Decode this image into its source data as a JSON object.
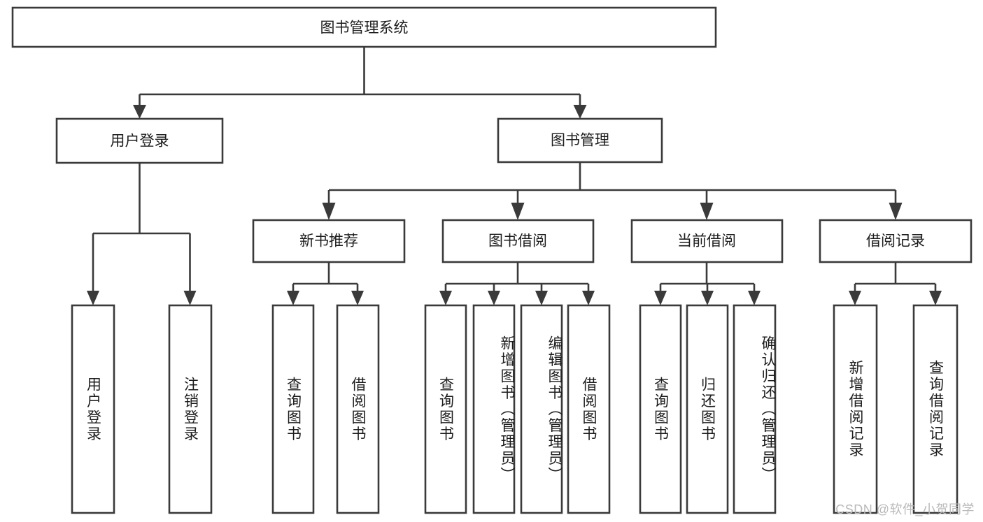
{
  "diagram": {
    "type": "tree",
    "title": "图书管理系统",
    "watermark": "CSDN @软件_小贺同学",
    "style": {
      "box_fill": "#ffffff",
      "box_stroke": "#3a3a3a",
      "text_color": "#1d1d1d",
      "watermark_color": "#b9b9b9",
      "background": "#ffffff"
    },
    "nodes": {
      "root": {
        "label": "图书管理系统",
        "level": 1
      },
      "l2": [
        {
          "id": "user-login",
          "label": "用户登录",
          "level": 2
        },
        {
          "id": "book-manage",
          "label": "图书管理",
          "level": 2
        }
      ],
      "l3": [
        {
          "id": "new-book-recommend",
          "label": "新书推荐",
          "level": 3,
          "parent": "book-manage"
        },
        {
          "id": "book-borrow",
          "label": "图书借阅",
          "level": 3,
          "parent": "book-manage"
        },
        {
          "id": "current-borrow",
          "label": "当前借阅",
          "level": 3,
          "parent": "book-manage"
        },
        {
          "id": "borrow-record",
          "label": "借阅记录",
          "level": 3,
          "parent": "book-manage"
        }
      ],
      "leaves": [
        {
          "id": "leaf-user-login",
          "label": "用户登录",
          "parent": "user-login"
        },
        {
          "id": "leaf-logout-login",
          "label": "注销登录",
          "parent": "user-login"
        },
        {
          "id": "leaf-query-book-1",
          "label": "查询图书",
          "parent": "new-book-recommend"
        },
        {
          "id": "leaf-borrow-book-1",
          "label": "借阅图书",
          "parent": "new-book-recommend"
        },
        {
          "id": "leaf-query-book-2",
          "label": "查询图书",
          "parent": "book-borrow"
        },
        {
          "id": "leaf-add-book-admin",
          "label": "新增图书（管理员）",
          "parent": "book-borrow"
        },
        {
          "id": "leaf-edit-book-admin",
          "label": "编辑图书（管理员）",
          "parent": "book-borrow"
        },
        {
          "id": "leaf-borrow-book-2",
          "label": "借阅图书",
          "parent": "book-borrow"
        },
        {
          "id": "leaf-query-book-3",
          "label": "查询图书",
          "parent": "current-borrow"
        },
        {
          "id": "leaf-return-book",
          "label": "归还图书",
          "parent": "current-borrow"
        },
        {
          "id": "leaf-confirm-return-admin",
          "label": "确认归还（管理员）",
          "parent": "current-borrow"
        },
        {
          "id": "leaf-add-borrow-record",
          "label": "新增借阅记录",
          "parent": "borrow-record"
        },
        {
          "id": "leaf-query-borrow-record",
          "label": "查询借阅记录",
          "parent": "borrow-record"
        }
      ]
    }
  }
}
